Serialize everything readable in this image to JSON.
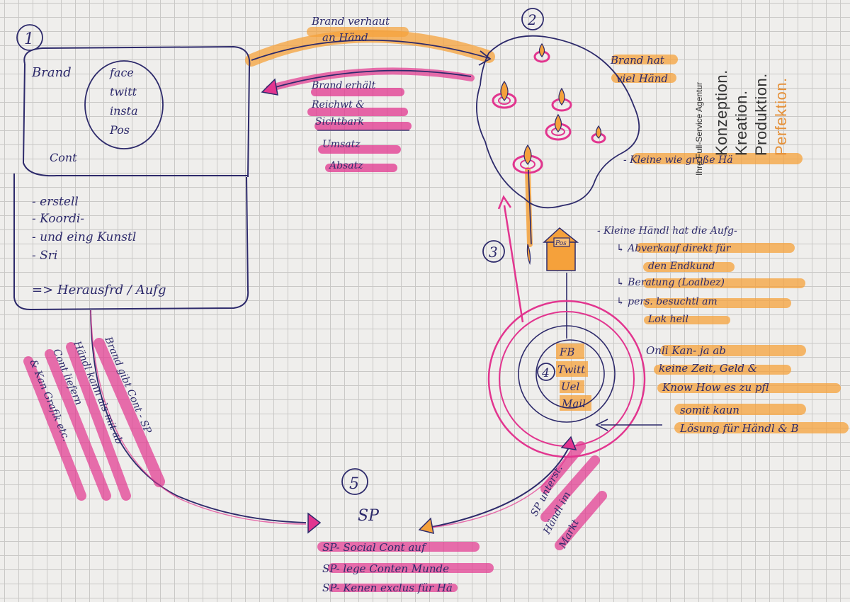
{
  "sections": {
    "s1": {
      "number": "1"
    },
    "s2": {
      "number": "2"
    },
    "s3": {
      "number": "3"
    },
    "s4": {
      "number": "4"
    },
    "s5": {
      "number": "5"
    }
  },
  "brand_box": {
    "title": "Brand",
    "circle_items": [
      "face",
      "twitt",
      "insta",
      "Pos"
    ],
    "content": "Cont",
    "list": [
      "- erstell",
      "- Koordi-",
      "- und eing Kunstl",
      "- Sri"
    ],
    "result": "=> Herausfrd / Aufg"
  },
  "arrows": {
    "top": [
      "Brand verhaut",
      "an Händ"
    ],
    "back": [
      "Brand erhält",
      "Reichwt &",
      "Sichtbark",
      "Umsatz",
      "Absatz"
    ]
  },
  "dealer_notes": {
    "top": [
      "Brand hat",
      "viel Händ"
    ],
    "size": "- Kleine wie große Hä",
    "small_dealer": [
      "- Kleine Händl hat die Aufg-",
      "↳ Abverkauf direkt für",
      "den Endkund",
      "↳ Beratung (Loalbez)",
      "↳ pers. besuchtl am",
      "Lok hell"
    ]
  },
  "ring_labels": [
    "FB",
    "Twitt",
    "Uel",
    "Mail"
  ],
  "ring_note": [
    "Onli Kan- ja ab",
    "keine Zeit, Geld &",
    "Know How es zu pfl",
    "somit kaun",
    "Lösung für Händl & B"
  ],
  "shop_sign": "Pos",
  "sp_block": {
    "title": "SP",
    "lines": [
      "SP- Social Cont auf",
      "SP- lege Conten Munde",
      "SP- Kenen exclus für Hä"
    ]
  },
  "left_diag": [
    "Brand gibt Cont - SP",
    "Händl kann als mit ab",
    "Cont liefern",
    "& Kan Grafik etc."
  ],
  "sp_support": [
    "SP unterst.",
    "Händl im",
    "Markt"
  ],
  "agency": {
    "small": "Ihre Full-Service Agentur",
    "lines": [
      "Konzeption.",
      "Kreation.",
      "Produktion.",
      "Perfektion."
    ]
  },
  "colors": {
    "ink": "#2d2a6b",
    "pink": "#e2358f",
    "orange": "#f5a13b",
    "perfektion": "#e5913a"
  }
}
